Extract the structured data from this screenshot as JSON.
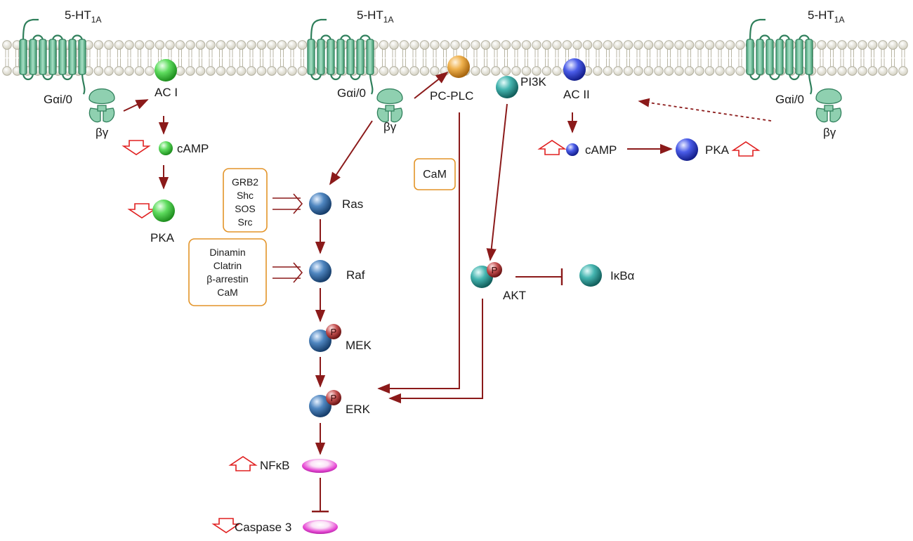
{
  "receptor_label": {
    "main": "5-HT",
    "sub": "1A"
  },
  "g_protein": {
    "alpha": "Gαi/0",
    "beta_gamma": "βγ"
  },
  "left_pathway": {
    "ac": "AC I",
    "camp": "cAMP",
    "pka": "PKA"
  },
  "center_pathway": {
    "pc_plc": "PC-PLC",
    "pi3k": "PI3K",
    "cam_box": "CaM",
    "adaptor_box": [
      "GRB2",
      "Shc",
      "SOS",
      "Src"
    ],
    "endocytosis_box": [
      "Dinamin",
      "Clatrin",
      "β-arrestin",
      "CaM"
    ],
    "ras": "Ras",
    "raf": "Raf",
    "mek": "MEK",
    "erk": "ERK",
    "akt": "AKT",
    "ikba": "IκBα",
    "nfkb": "NFκB",
    "caspase": "Caspase 3",
    "phospho": "P"
  },
  "right_pathway": {
    "ac": "AC II",
    "camp": "cAMP",
    "pka": "PKA"
  },
  "colors": {
    "arrow": "#8b1a1a",
    "box_border": "#e39428",
    "receptor": "#3f9a70",
    "membrane_head": "#e6e4d8",
    "sphere_green": "#3ec93e",
    "sphere_blue_purple": "#2c3fd6",
    "sphere_steel_blue": "#2f6aa6",
    "sphere_teal": "#2f9c98",
    "sphere_orange": "#e6a23c",
    "phospho": "#a52a2a",
    "ellipse_magenta": "#e64ad4",
    "indicator_arrow": "#e02020"
  }
}
